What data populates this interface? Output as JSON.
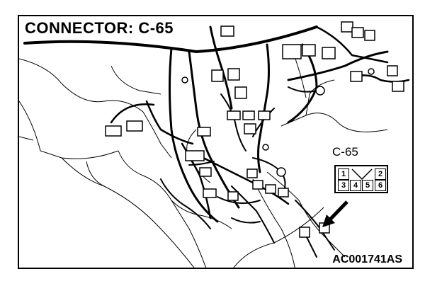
{
  "title": "CONNECTOR: C-65",
  "connector_label": "C-65",
  "pins": {
    "p1": "1",
    "p2": "2",
    "p3": "3",
    "p4": "4",
    "p5": "5",
    "p6": "6"
  },
  "figure_code": "AC001741AS"
}
